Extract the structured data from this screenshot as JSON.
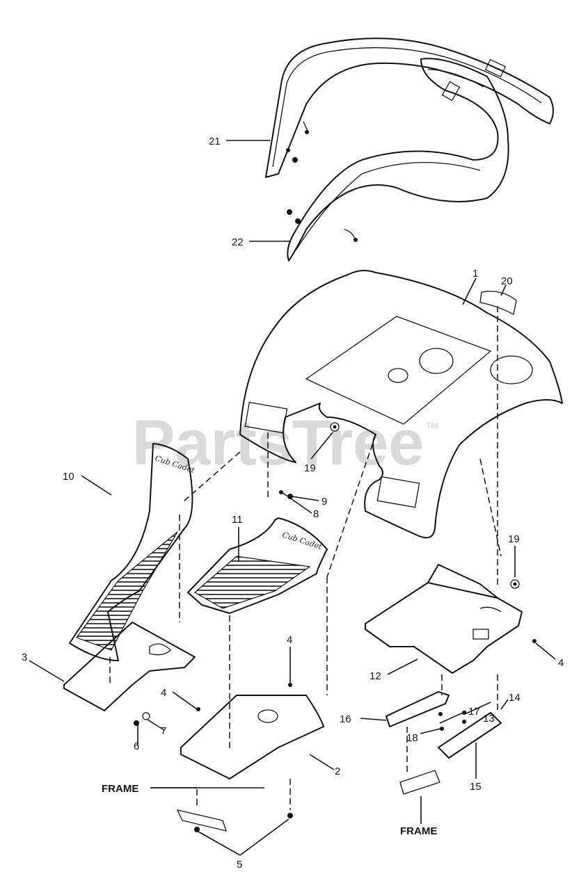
{
  "watermark": {
    "text": "PartsTree",
    "trademark": "TM"
  },
  "mat_brand": "Cub Cadet",
  "labels": {
    "l1": "1",
    "l2": "2",
    "l3": "3",
    "l4a": "4",
    "l4b": "4",
    "l4c": "4",
    "l5": "5",
    "l6": "6",
    "l7": "7",
    "l8": "8",
    "l9": "9",
    "l10": "10",
    "l11": "11",
    "l12": "12",
    "l13": "13",
    "l14": "14",
    "l15": "15",
    "l16": "16",
    "l17": "17",
    "l18": "18",
    "l19a": "19",
    "l19b": "19",
    "l20": "20",
    "l21": "21",
    "l22": "22",
    "frame_left": "FRAME",
    "frame_right": "FRAME"
  }
}
